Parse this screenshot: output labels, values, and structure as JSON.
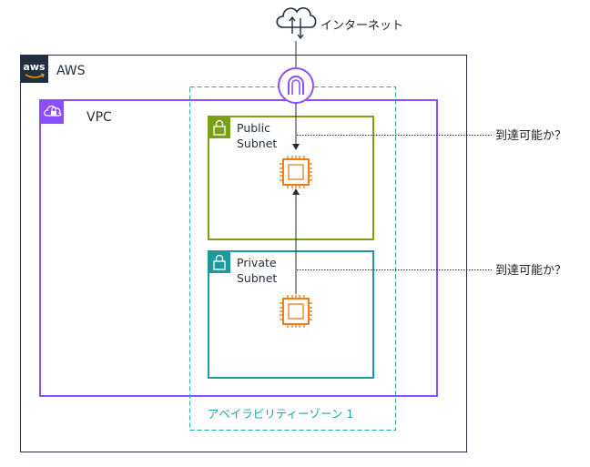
{
  "internet": {
    "label": "インターネット",
    "icon": "cloud-upload-download-icon"
  },
  "aws": {
    "label": "AWS",
    "logo_text": "aws"
  },
  "vpc": {
    "label": "VPC",
    "icon": "vpc-cloud-lock-icon",
    "color": "#8c4fff"
  },
  "availability_zone": {
    "label": "アベイラビリティーゾーン 1",
    "color": "#1fa7a0"
  },
  "public_subnet": {
    "label_line1": "Public",
    "label_line2": "Subnet",
    "color": "#7aa116"
  },
  "private_subnet": {
    "label_line1": "Private",
    "label_line2": "Subnet",
    "color": "#1e9a9a"
  },
  "gateway": {
    "icon": "internet-gateway-icon",
    "color": "#8c4fff"
  },
  "instance": {
    "icon": "ec2-chip-icon",
    "color": "#ed7100"
  },
  "questions": {
    "public": "到達可能か？",
    "private": "到達可能か？"
  }
}
